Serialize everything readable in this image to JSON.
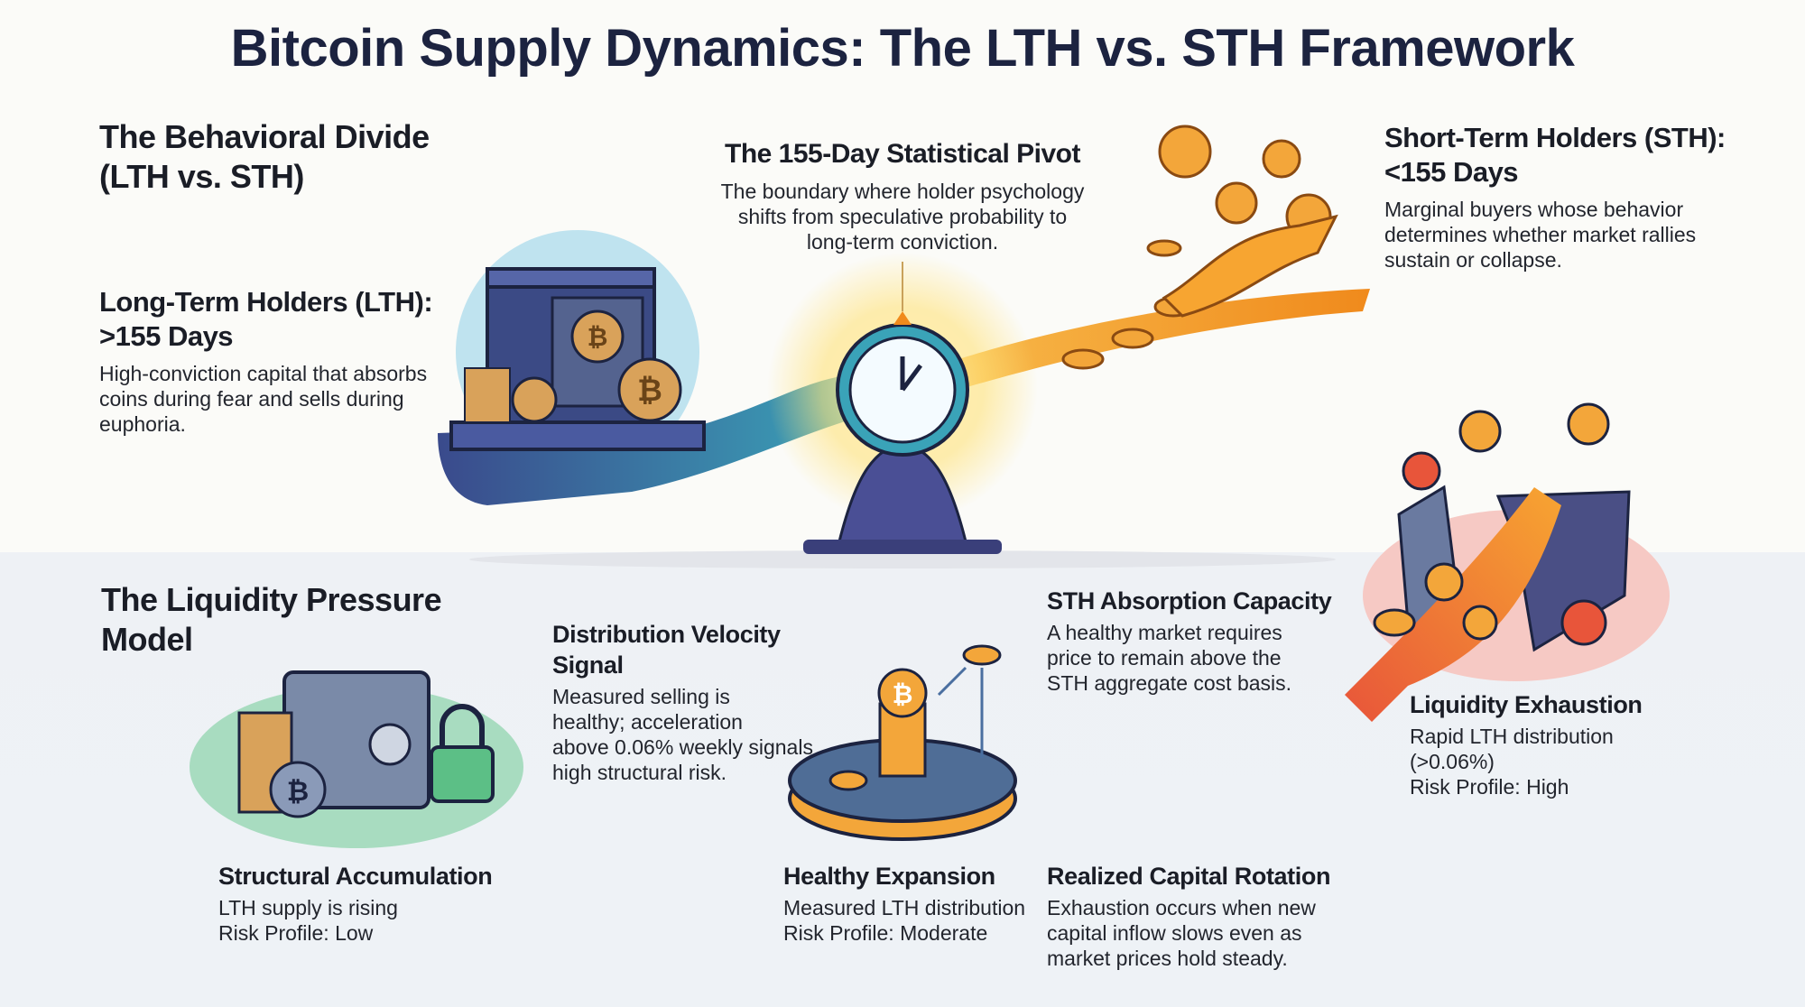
{
  "title": "Bitcoin Supply Dynamics: The LTH vs. STH Framework",
  "behavioral_divide": {
    "heading_lines": [
      "The Behavioral Divide",
      "(LTH vs. STH)"
    ]
  },
  "lth": {
    "heading_lines": [
      "Long-Term Holders (LTH):",
      ">155 Days"
    ],
    "body_lines": [
      "High-conviction capital that absorbs",
      "coins during fear and sells during",
      "euphoria."
    ]
  },
  "pivot": {
    "heading": "The 155-Day Statistical Pivot",
    "body_lines": [
      "The boundary where holder psychology",
      "shifts from speculative probability to",
      "long-term conviction."
    ]
  },
  "sth": {
    "heading_lines": [
      "Short-Term Holders (STH):",
      "<155 Days"
    ],
    "body_lines": [
      "Marginal buyers whose behavior",
      "determines whether market rallies",
      "sustain or collapse."
    ]
  },
  "liquidity_model": {
    "heading_lines": [
      "The Liquidity Pressure",
      "Model"
    ]
  },
  "distribution_velocity": {
    "heading": "Distribution Velocity Signal",
    "body_lines": [
      "Measured selling is",
      "healthy; acceleration",
      "above 0.06% weekly signals",
      "high structural risk."
    ]
  },
  "sth_absorption": {
    "heading": "STH Absorption Capacity",
    "body_lines": [
      "A healthy market requires",
      "price to remain above the",
      "STH aggregate cost basis."
    ]
  },
  "liquidity_exhaustion": {
    "heading": "Liquidity Exhaustion",
    "body_lines": [
      "Rapid LTH distribution",
      "(>0.06%)",
      "Risk Profile: High"
    ]
  },
  "structural_accumulation": {
    "heading": "Structural Accumulation",
    "body_lines": [
      "LTH supply is rising",
      "Risk Profile: Low"
    ]
  },
  "healthy_expansion": {
    "heading": "Healthy Expansion",
    "body_lines": [
      "Measured LTH distribution",
      "Risk Profile: Moderate"
    ]
  },
  "capital_rotation": {
    "heading": "Realized Capital Rotation",
    "body_lines": [
      "Exhaustion occurs when new",
      "capital inflow slows even as",
      "market prices hold steady."
    ]
  },
  "colors": {
    "navy": "#1c2340",
    "orange": "#f39a2b",
    "teal": "#4aa3b8",
    "green": "#5cbf86",
    "red": "#e8553a"
  }
}
